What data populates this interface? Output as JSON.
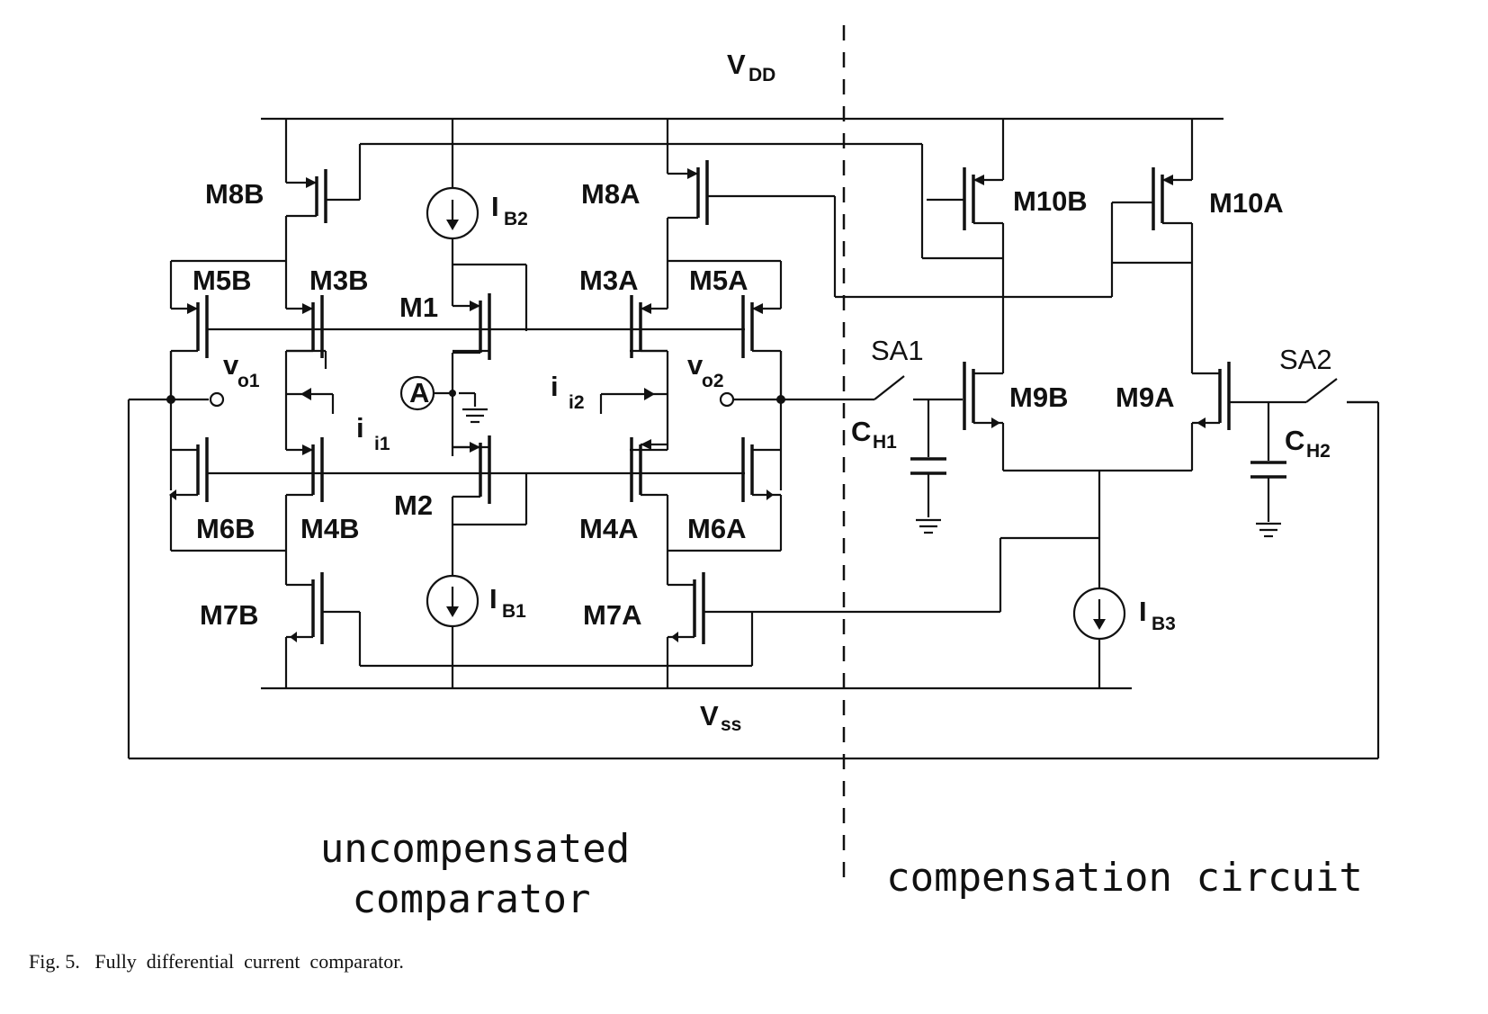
{
  "figure": {
    "supply_top": "V",
    "supply_top_sub": "DD",
    "supply_bottom": "V",
    "supply_bottom_sub": "ss",
    "caption": "Fig. 5.   Fully  differential  current  comparator."
  },
  "sections": {
    "left_line1": "uncompensated",
    "left_line2": "comparator",
    "right": "compensation  circuit"
  },
  "transistors": {
    "m8b": "M8B",
    "m8a": "M8A",
    "m5b": "M5B",
    "m3b": "M3B",
    "m1": "M1",
    "m3a": "M3A",
    "m5a": "M5A",
    "m6b": "M6B",
    "m4b": "M4B",
    "m2": "M2",
    "m4a": "M4A",
    "m6a": "M6A",
    "m7b": "M7B",
    "m7a": "M7A",
    "m10b": "M10B",
    "m10a": "M10A",
    "m9b": "M9B",
    "m9a": "M9A"
  },
  "sources": {
    "ib2": "I",
    "ib2_sub": "B2",
    "ib1": "I",
    "ib1_sub": "B1",
    "ib3": "I",
    "ib3_sub": "B3"
  },
  "signals": {
    "vo1": "v",
    "vo1_sub": "o1",
    "vo2": "v",
    "vo2_sub": "o2",
    "ii1": "i",
    "ii1_sub": "i1",
    "ii2": "i",
    "ii2_sub": "i2",
    "node_a": "A"
  },
  "switches": {
    "sa1": "SA1",
    "sa2": "SA2"
  },
  "capacitors": {
    "ch1": "C",
    "ch1_sub": "H1",
    "ch2": "C",
    "ch2_sub": "H2"
  }
}
